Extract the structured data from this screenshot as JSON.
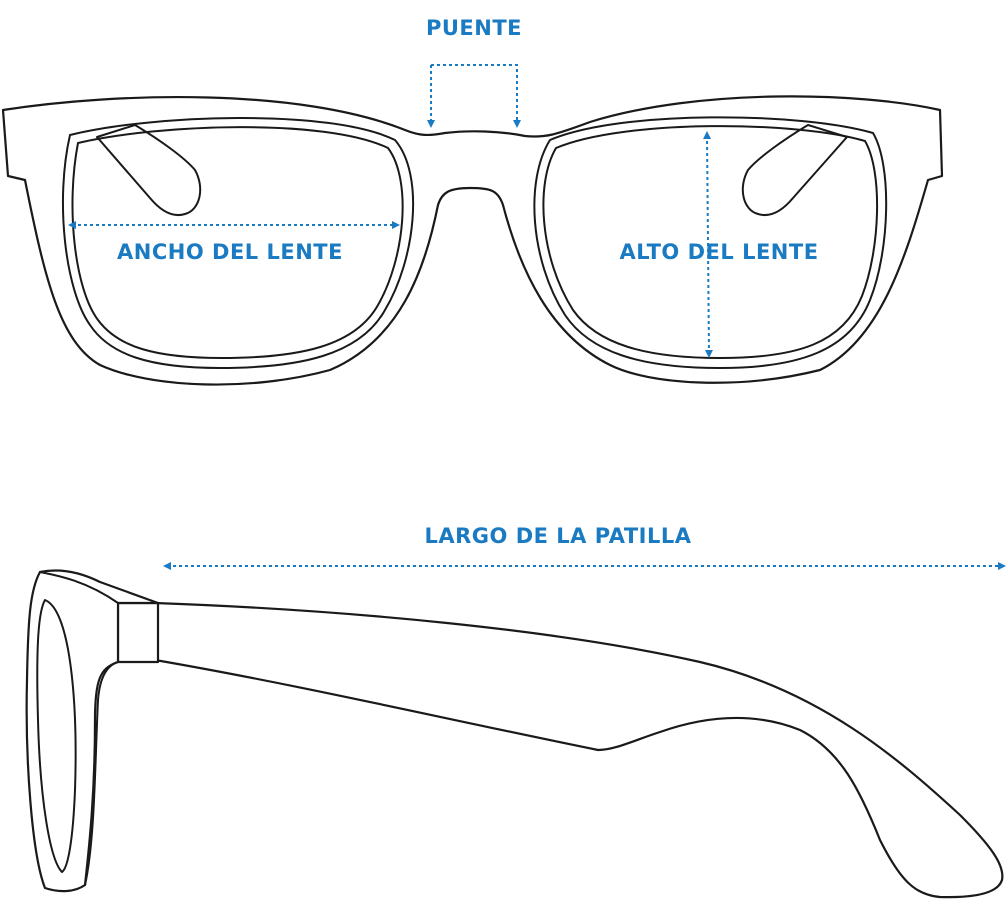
{
  "labels": {
    "bridge": "PUENTE",
    "lens_width": "ANCHO DEL LENTE",
    "lens_height": "ALTO DEL LENTE",
    "temple_length": "LARGO DE LA PATILLA"
  },
  "colors": {
    "accent": "#1a7bc2",
    "outline": "#1a1a1a",
    "background": "#ffffff"
  }
}
